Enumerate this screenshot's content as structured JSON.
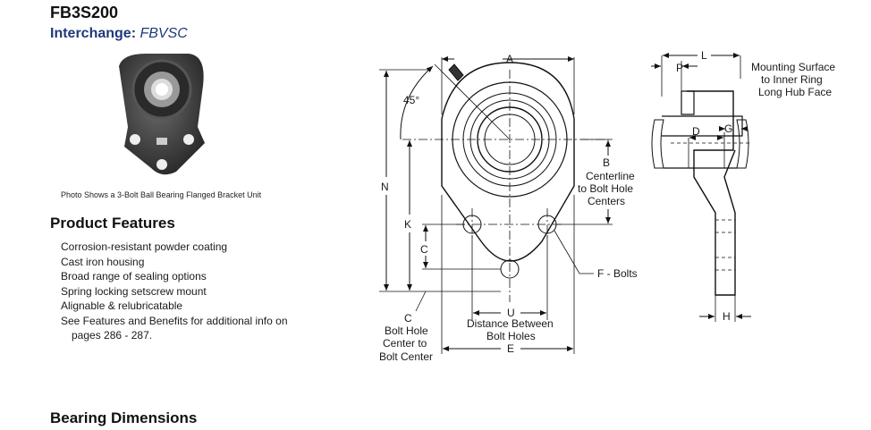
{
  "product": {
    "title": "FB3S200",
    "interchange_label": "Interchange:",
    "interchange_value": "FBVSC"
  },
  "photo": {
    "caption": "Photo Shows a 3-Bolt Ball Bearing Flanged Bracket Unit"
  },
  "features": {
    "heading": "Product Features",
    "items": [
      "Corrosion-resistant powder coating",
      "Cast iron housing",
      "Broad range of sealing options",
      "Spring locking setscrew mount",
      "Alignable & relubricatable",
      "See Features and Benefits for additional info on",
      "pages 286 - 287."
    ]
  },
  "drawing": {
    "angle": "45°",
    "labels": {
      "A": "A",
      "N": "N",
      "K": "K",
      "C": "C",
      "U": "U",
      "E": "E",
      "L": "L",
      "P": "P",
      "D": "D",
      "G": "G",
      "H": "H",
      "B_lines": [
        "B",
        "Centerline",
        "to Bolt Hole",
        "Centers"
      ],
      "F_bolts": "F - Bolts",
      "C_desc": [
        "C",
        "Bolt Hole",
        "Center to",
        "Bolt Center"
      ],
      "U_desc": [
        "Distance Between",
        "Bolt Holes"
      ],
      "L_desc": [
        "Mounting Surface",
        "to Inner Ring",
        "Long Hub Face"
      ]
    }
  },
  "dimensions": {
    "heading": "Bearing Dimensions"
  }
}
